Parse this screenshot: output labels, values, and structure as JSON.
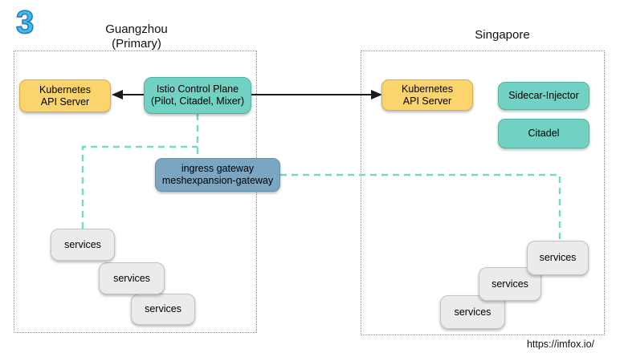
{
  "step_number": "3",
  "regions": {
    "guangzhou": {
      "title_line1": "Guangzhou",
      "title_line2": "(Primary)"
    },
    "singapore": {
      "title": "Singapore"
    }
  },
  "nodes": {
    "k8s_left": {
      "line1": "Kubernetes",
      "line2": "API Server"
    },
    "istio_control_plane": {
      "line1": "Istio Control Plane",
      "line2": "(Pilot, Citadel, Mixer)"
    },
    "ingress_gateway": {
      "line1": "ingress gateway",
      "line2": "meshexpansion-gateway"
    },
    "k8s_right": {
      "line1": "Kubernetes",
      "line2": "API Server"
    },
    "sidecar_injector": {
      "label": "Sidecar-Injector"
    },
    "citadel": {
      "label": "Citadel"
    }
  },
  "services": {
    "guangzhou": [
      "services",
      "services",
      "services"
    ],
    "singapore": [
      "services",
      "services",
      "services"
    ]
  },
  "footer": {
    "url": "https://imfox.io/"
  },
  "colors": {
    "api_server_fill": "#fbd46e",
    "control_plane_fill": "#71d1c3",
    "gateway_fill": "#7ba6c2",
    "services_fill": "#ebebeb",
    "mesh_dash_line": "#74d9cc",
    "sync_arrow": "#1a1a1a",
    "step_number_fill": "#47b8ec",
    "region_border": "#8f8f8f"
  }
}
